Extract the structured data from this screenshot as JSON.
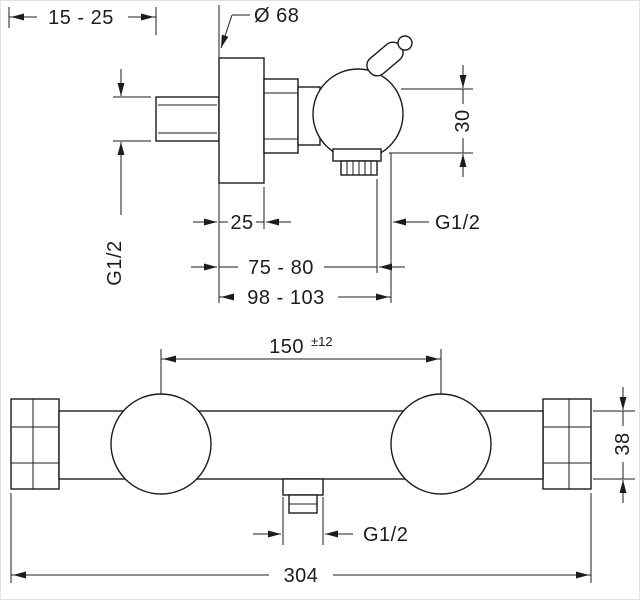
{
  "drawing": {
    "top_view": {
      "dim_wall_depth": "15 - 25",
      "dim_escutcheon_diameter": "Ø 68",
      "dim_offset_30": "30",
      "thread_supply_left": "G1/2",
      "thread_outlet_right": "G1/2",
      "dim_escutcheon_depth": "25",
      "dim_depth_75_80": "75 - 80",
      "dim_depth_98_103": "98 - 103"
    },
    "front_view": {
      "dim_center_distance": "150",
      "dim_center_tolerance": "±12",
      "dim_body_height": "38",
      "thread_shower_outlet": "G1/2",
      "dim_overall_width": "304"
    }
  }
}
